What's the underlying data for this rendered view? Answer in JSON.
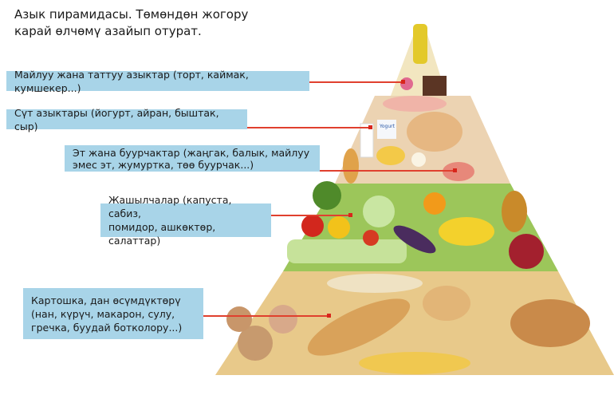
{
  "title": {
    "line1": "Азык пирамидасы. Төмөндөн жогору",
    "line2": "карай өлчөмү азайып отурат."
  },
  "levels": [
    {
      "lines": [
        "Майлуу жана таттуу азыктар (торт, каймак, кумшекер...)"
      ]
    },
    {
      "lines": [
        "Сүт азыктары (йогурт, айран, быштак, сыр)"
      ]
    },
    {
      "lines": [
        "Эт жана буурчактар (жаңгак, балык, майлуу",
        "эмес эт, жумуртка, төө буурчак...)"
      ]
    },
    {
      "lines": [
        "Жашылчалар (капуста, сабиз,",
        "помидор, ашкөктөр, салаттар)"
      ]
    },
    {
      "lines": [
        "Картошка, дан өсүмдүктөрү",
        "(нан, күрүч, макарон, сулу,",
        "гречка, буудай ботколору...)"
      ]
    }
  ],
  "pyramid_labels": {
    "yogurt": "Yogurt"
  },
  "colors": {
    "label_bg": "#a8d4e8",
    "leader_line": "#e0402e"
  }
}
